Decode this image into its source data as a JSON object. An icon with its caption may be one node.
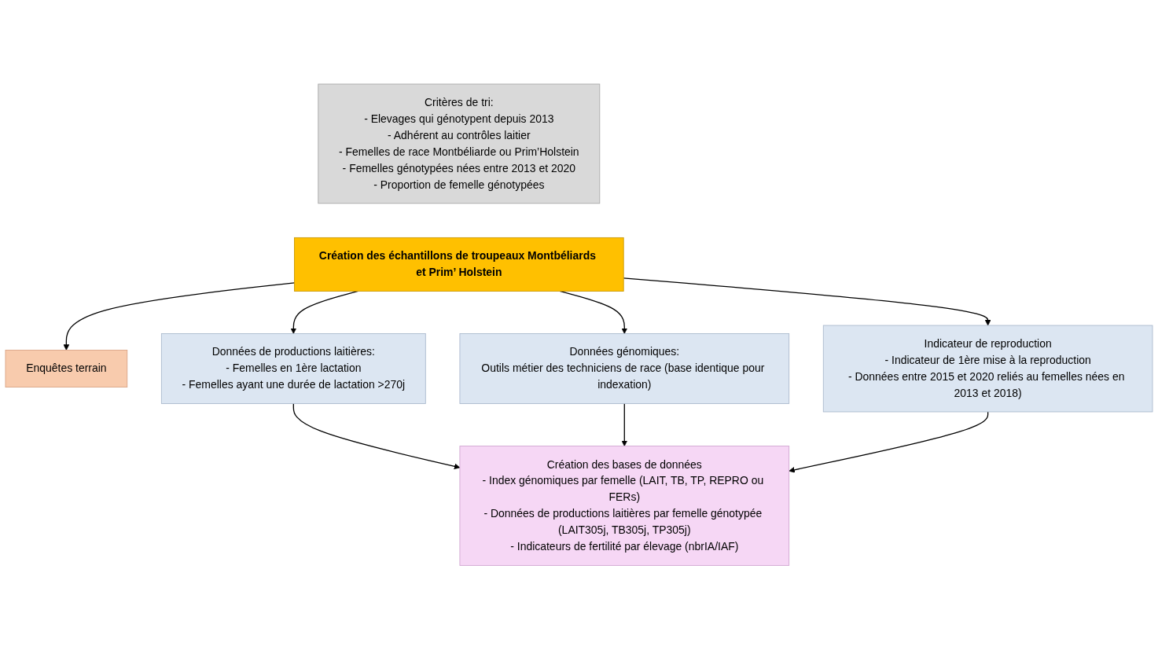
{
  "diagram": {
    "nodes": [
      {
        "text": [
          "Critères de tri:",
          "- Elevages qui génotypent depuis 2013",
          "- Adhérent au contrôles laitier",
          "- Femelles de race Montbéliarde ou Prim’Holstein",
          "- Femelles génotypées nées entre 2013 et 2020",
          "- Proportion de femelle génotypées"
        ]
      },
      {
        "text": [
          "Création des échantillons de troupeaux Montbéliards et Prim’ Holstein"
        ]
      },
      {
        "text": [
          "Enquêtes terrain"
        ]
      },
      {
        "text": [
          "Données de productions laitières:",
          "- Femelles en 1ère lactation",
          "- Femelles ayant une durée de lactation >270j"
        ]
      },
      {
        "text": [
          "Données génomiques:",
          "Outils métier des techniciens de race (base identique pour indexation)"
        ]
      },
      {
        "text": [
          "Indicateur de reproduction",
          "- Indicateur de 1ère mise à la reproduction",
          "- Données entre 2015 et 2020 reliés au femelles nées en 2013 et 2018)"
        ]
      },
      {
        "text": [
          "Création des bases de données",
          "- Index génomiques par femelle (LAIT, TB, TP, REPRO ou FERs)",
          "- Données de productions laitières par femelle génotypée (LAIT305j, TB305j, TP305j)",
          "- Indicateurs de fertilité par élevage (nbrIA/IAF)"
        ]
      }
    ],
    "edges": [
      {
        "from": 1,
        "to": 2,
        "arrow": "to"
      },
      {
        "from": 1,
        "to": 3,
        "arrow": "to"
      },
      {
        "from": 1,
        "to": 4,
        "arrow": "to"
      },
      {
        "from": 1,
        "to": 5,
        "arrow": "to"
      },
      {
        "from": 3,
        "to": 6,
        "arrow": "to"
      },
      {
        "from": 4,
        "to": 6,
        "arrow": "to"
      },
      {
        "from": 5,
        "to": 6,
        "arrow": "to"
      }
    ]
  }
}
